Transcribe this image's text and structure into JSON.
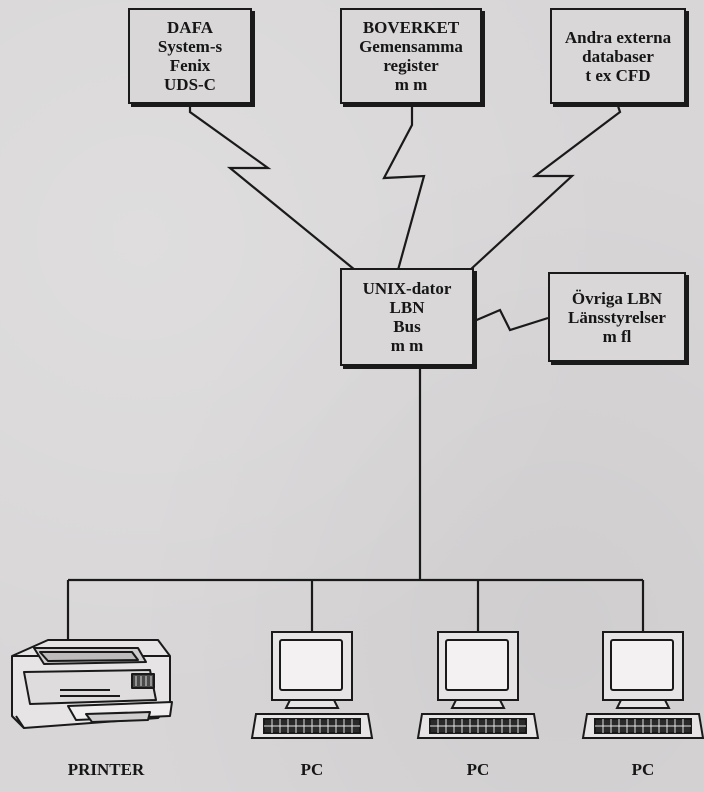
{
  "boxes": {
    "dafa": {
      "lines": [
        "DAFA",
        "System-s",
        "Fenix",
        "UDS-C"
      ]
    },
    "boverket": {
      "lines": [
        "BOVERKET",
        "Gemensamma",
        "register",
        "m m"
      ]
    },
    "andra": {
      "lines": [
        "Andra externa",
        "databaser",
        "t ex CFD"
      ]
    },
    "unix": {
      "lines": [
        "UNIX-dator",
        "LBN",
        "Bus",
        "m m"
      ]
    },
    "ovriga": {
      "lines": [
        "Övriga LBN",
        "Länsstyrelser",
        "m fl"
      ]
    }
  },
  "devices": {
    "printer_label": "PRINTER",
    "pc1_label": "PC",
    "pc2_label": "PC",
    "pc3_label": "PC"
  }
}
